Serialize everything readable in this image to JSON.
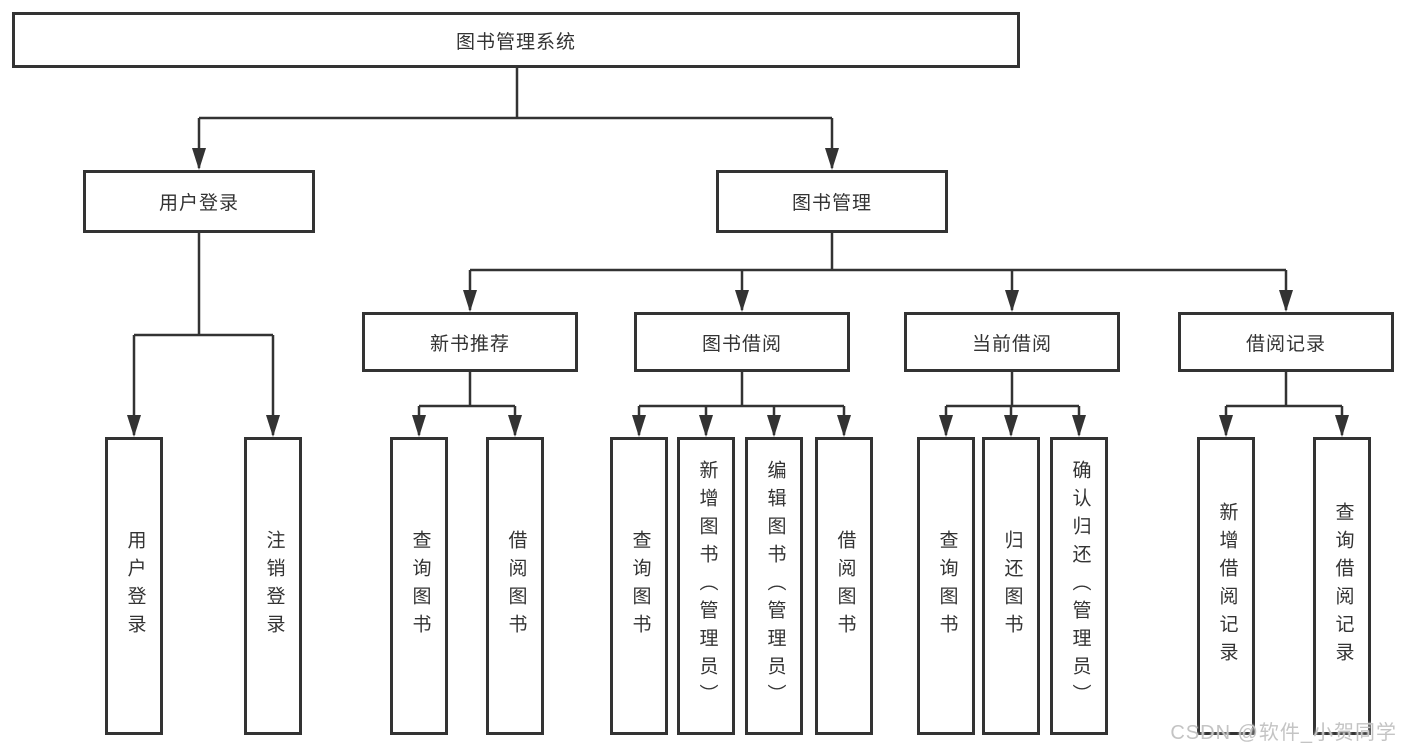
{
  "page": {
    "background": "#ffffff"
  },
  "diagram": {
    "type": "tree",
    "root": {
      "label": "图书管理系统"
    },
    "branches": [
      {
        "label": "用户登录",
        "children": [
          {
            "label": "用户登录"
          },
          {
            "label": "注销登录"
          }
        ]
      },
      {
        "label": "图书管理",
        "children": [
          {
            "label": "新书推荐",
            "children": [
              {
                "label": "查询图书"
              },
              {
                "label": "借阅图书"
              }
            ]
          },
          {
            "label": "图书借阅",
            "children": [
              {
                "label": "查询图书"
              },
              {
                "label": "新增图书（管理员）"
              },
              {
                "label": "编辑图书（管理员）"
              },
              {
                "label": "借阅图书"
              }
            ]
          },
          {
            "label": "当前借阅",
            "children": [
              {
                "label": "查询图书"
              },
              {
                "label": "归还图书"
              },
              {
                "label": "确认归还（管理员）"
              }
            ]
          },
          {
            "label": "借阅记录",
            "children": [
              {
                "label": "新增借阅记录"
              },
              {
                "label": "查询借阅记录"
              }
            ]
          }
        ]
      }
    ],
    "colors": {
      "line": "#333333",
      "text": "#333333",
      "box_background": "#ffffff"
    }
  },
  "watermark": {
    "text": "CSDN @软件_小贺同学",
    "color": "#c4c4c4"
  }
}
